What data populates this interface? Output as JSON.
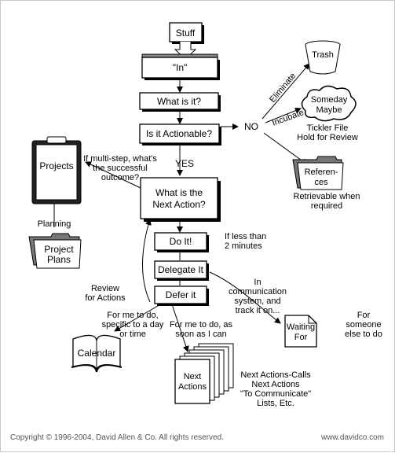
{
  "diagram": {
    "stuff": "Stuff",
    "in": "\"In\"",
    "what_is_it": "What is it?",
    "is_actionable": "Is it Actionable?",
    "no": "NO",
    "yes": "YES",
    "trash": "Trash",
    "eliminate": "Eliminate",
    "incubate": "Incubate",
    "someday_line1": "Someday",
    "someday_line2": "Maybe",
    "tickler_line1": "Tickler File",
    "tickler_line2": "Hold for Review",
    "references_line1": "Referen-",
    "references_line2": "ces",
    "retrievable_line1": "Retrievable when",
    "retrievable_line2": "required",
    "projects": "Projects",
    "multistep_line1": "If multi-step, what's",
    "multistep_line2": "the successful",
    "multistep_line3": "outcome?",
    "next_action_line1": "What is the",
    "next_action_line2": "Next Action?",
    "planning": "Planning",
    "project_plans_line1": "Project",
    "project_plans_line2": "Plans",
    "do_it": "Do It!",
    "less_than_line1": "If less than",
    "less_than_line2": "2 minutes",
    "delegate_it": "Delegate It",
    "review_line1": "Review",
    "review_line2": "for Actions",
    "defer_it": "Defer it",
    "in_comm_line1": "In",
    "in_comm_line2": "communication",
    "in_comm_line3": "system, and",
    "in_comm_line4": "track it on...",
    "waiting_line1": "Waiting",
    "waiting_line2": "For",
    "for_someone_line1": "For",
    "for_someone_line2": "someone",
    "for_someone_line3": "else to do",
    "specific_line1": "For me to do,",
    "specific_line2": "specific to a day",
    "specific_line3": "or time",
    "asap_line1": "For me to do, as",
    "asap_line2": "soon as I can",
    "calendar": "Calendar",
    "next_actions_line1": "Next",
    "next_actions_line2": "Actions",
    "lists_line1": "Next Actions-Calls",
    "lists_line2": "Next Actions",
    "lists_line3": "\"To Communicate\"",
    "lists_line4": "Lists, Etc."
  },
  "footer": {
    "copyright": "Copyright  © 1996-2004, David Allen & Co.  All rights reserved.",
    "website": "www.davidco.com"
  }
}
